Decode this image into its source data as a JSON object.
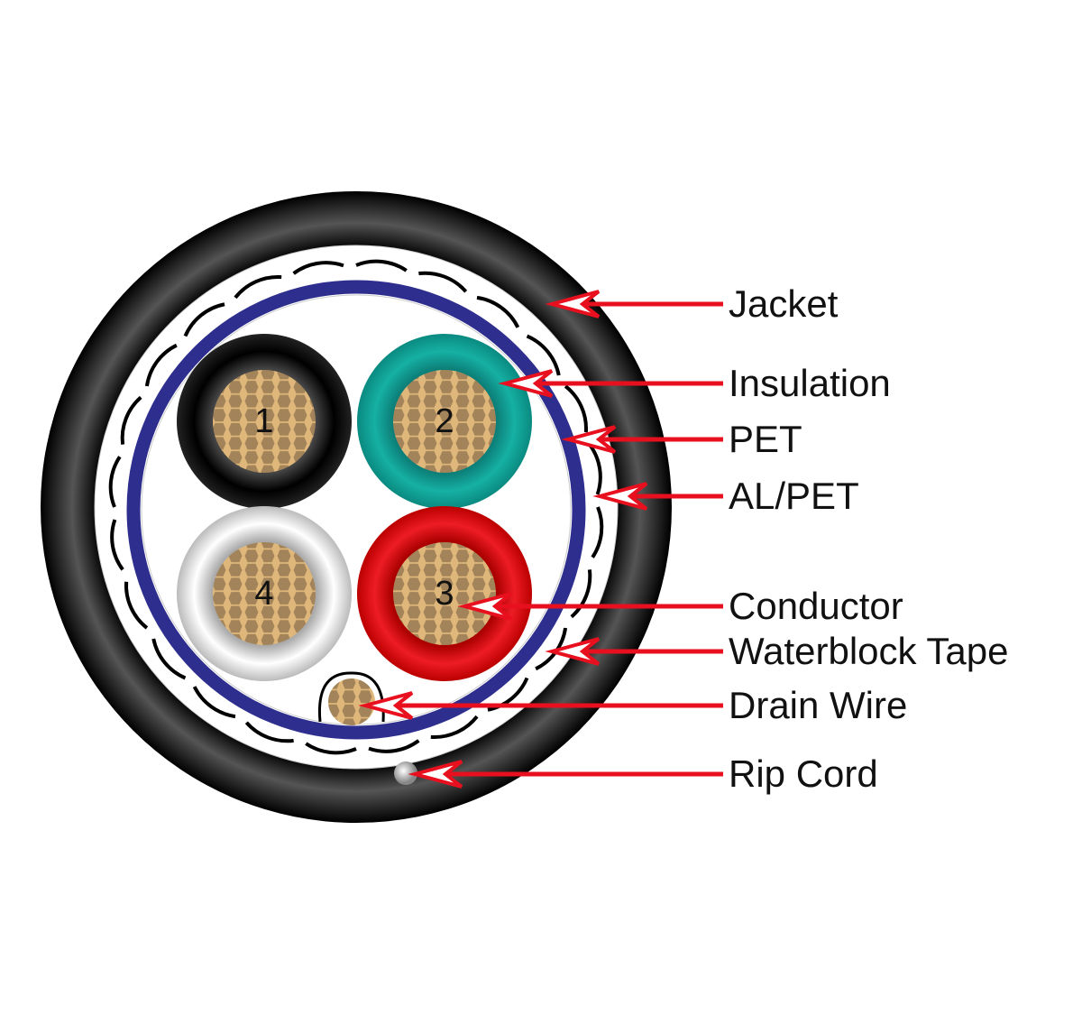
{
  "title": "Cable cross-section",
  "colors": {
    "jacket": "#111111",
    "shield_blue": "#2e2e8f",
    "arrow": "#e8101e",
    "conductor": "#a8875a",
    "insulation_1": "#111111",
    "insulation_2": "#12a39a",
    "insulation_3": "#e01520",
    "insulation_4": "#e8e8e8"
  },
  "conductors": [
    {
      "number": "1",
      "insulation": "black"
    },
    {
      "number": "2",
      "insulation": "teal"
    },
    {
      "number": "3",
      "insulation": "red"
    },
    {
      "number": "4",
      "insulation": "white"
    }
  ],
  "labels": [
    {
      "id": "jacket",
      "text": "Jacket"
    },
    {
      "id": "insulation",
      "text": "Insulation"
    },
    {
      "id": "pet",
      "text": "PET"
    },
    {
      "id": "al-pet",
      "text": "AL/PET"
    },
    {
      "id": "conductor",
      "text": "Conductor"
    },
    {
      "id": "waterblock-tape",
      "text": "Waterblock Tape"
    },
    {
      "id": "drain-wire",
      "text": "Drain Wire"
    },
    {
      "id": "rip-cord",
      "text": "Rip Cord"
    }
  ]
}
